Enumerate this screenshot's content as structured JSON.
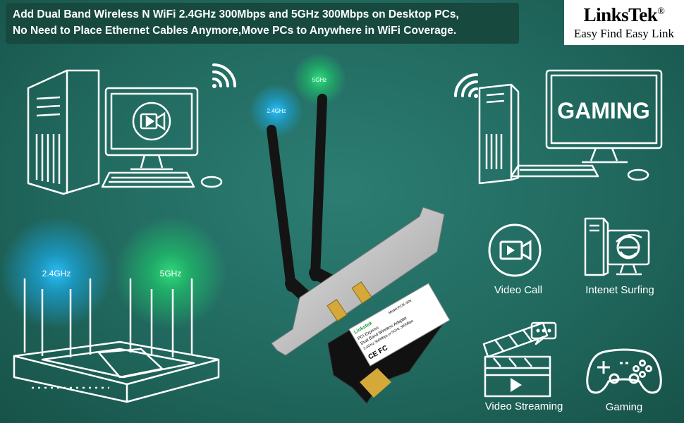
{
  "banner": {
    "line1": "Add Dual Band Wireless N WiFi 2.4GHz 300Mbps and 5GHz 300Mbps on Desktop PCs,",
    "line2": "No Need to Place Ethernet Cables Anymore,Move PCs to Anywhere in WiFi Coverage."
  },
  "brand": {
    "name": "LinksTek",
    "registered": "®",
    "slogan": "Easy Find Easy Link"
  },
  "router": {
    "band_24_label": "2.4GHz",
    "band_5_label": "5GHz"
  },
  "adapter": {
    "antenna_24_label": "2.4GHz",
    "antenna_5_label": "5GHz",
    "card_text_brand": "Linkstek",
    "card_text_line1": "PCI Express",
    "card_text_line2": "Dual Band Wireless Adapter",
    "card_text_line3": "2.4GHz 300Mbps or 5GHz 300Mbps",
    "card_text_model": "Model:PCIE-WN"
  },
  "gaming_pc": {
    "screen_text": "GAMING"
  },
  "features": {
    "video_call": "Video Call",
    "internet_surfing": "Intenet Surfing",
    "video_streaming": "Video Streaming",
    "gaming": "Gaming"
  },
  "colors": {
    "background": "#1f6a62",
    "banner_bg": "#17493f",
    "band_24": "#1aa3d8",
    "band_5": "#1fbf6a",
    "line_art": "#ffffff"
  }
}
